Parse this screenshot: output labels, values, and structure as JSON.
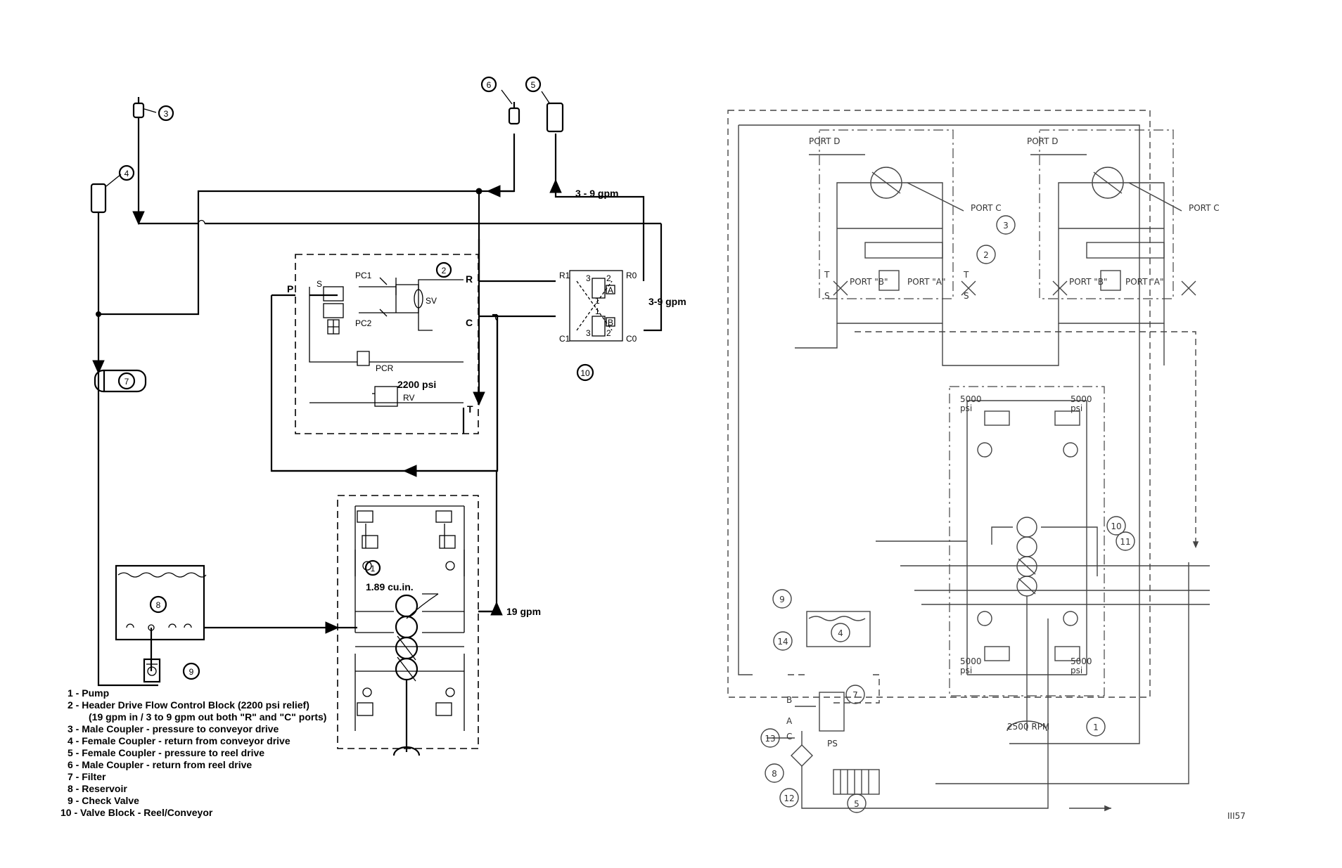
{
  "left_diagram": {
    "callouts": [
      "1",
      "2",
      "3",
      "4",
      "5",
      "6",
      "7",
      "8",
      "9",
      "10"
    ],
    "flow_top": "3 - 9 gpm",
    "flow_right": "3-9 gpm",
    "flow_pump": "19 gpm",
    "pump_displacement": "1.89 cu.in.",
    "relief_pressure": "2200 psi",
    "block_ports": {
      "p": "P",
      "r": "R",
      "c": "C",
      "t": "T"
    },
    "components": {
      "s": "S",
      "pc1": "PC1",
      "pc2": "PC2",
      "sv": "SV",
      "pcr": "PCR",
      "rv": "RV"
    },
    "valve_ports": {
      "r1": "R1",
      "r0": "R0",
      "c1": "C1",
      "c0": "C0",
      "a": "A",
      "b": "B",
      "n3a": "3",
      "n2a": "2",
      "n1a": "1",
      "n3b": "3",
      "n2b": "2",
      "n1b": "1"
    },
    "legend": [
      "1 - Pump",
      "2 - Header Drive Flow Control Block (2200 psi relief)",
      "(19 gpm in / 3 to 9 gpm out both \"R\" and \"C\" ports)",
      "3 - Male Coupler - pressure to conveyor drive",
      "4 - Female Coupler - return from conveyor drive",
      "5 - Female Coupler - pressure to reel drive",
      "6 - Male Coupler - return from reel drive",
      "7 - Filter",
      "8 - Reservoir",
      "9 - Check Valve",
      "10 - Valve Block - Reel/Conveyor"
    ]
  },
  "right_diagram": {
    "callouts": [
      "1",
      "2",
      "3",
      "4",
      "5",
      "7",
      "8",
      "9",
      "10",
      "11",
      "12",
      "13",
      "14"
    ],
    "port_labels": {
      "d": "PORT D",
      "c": "PORT C",
      "b": "PORT \"B\"",
      "a": "PORT \"A\"",
      "t": "T",
      "s": "S"
    },
    "relief_psi": "5000 psi",
    "relief_values": [
      "5000",
      "5000",
      "5000",
      "5000"
    ],
    "psi_unit": "psi",
    "speed": "2500 RPM",
    "valve_marks": {
      "b": "B",
      "a": "A",
      "c": "C",
      "ps": "PS"
    },
    "figure_id": "III57"
  }
}
